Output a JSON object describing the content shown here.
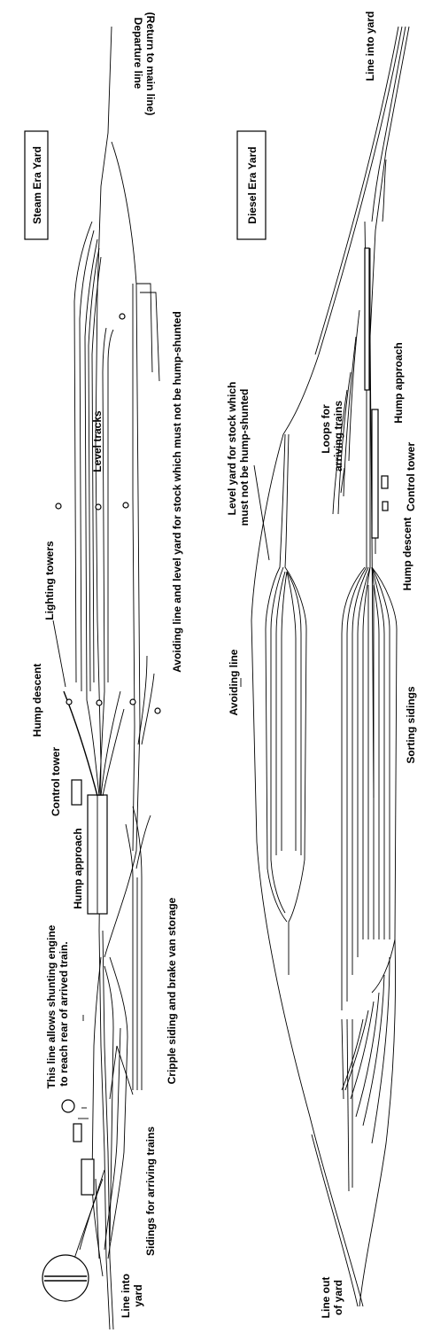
{
  "steam": {
    "title": "Steam Era Yard",
    "departure_line": "Departure line",
    "return_main": "(Return to main line)",
    "level_tracks": "Level tracks",
    "lighting_towers": "Lighting towers",
    "avoiding_line": "Avoiding line and level yard for stock which must not be hump-shunted",
    "hump_descent": "Hump descent",
    "control_tower": "Control tower",
    "hump_approach": "Hump approach",
    "cripple_siding": "Cripple siding and brake van storage",
    "engine_note_1": "This line allows shunting engine",
    "engine_note_2": "to reach rear of arrived train.",
    "sidings_arriving": "Sidings for arriving trains",
    "line_into_1": "Line into",
    "line_into_2": "yard"
  },
  "diesel": {
    "title": "Diesel Era Yard",
    "line_into_yard": "Line into yard",
    "hump_approach": "Hump approach",
    "loops_1": "Loops for",
    "loops_2": "arriving trains",
    "control_tower": "Control tower",
    "hump_descent": "Hump descent",
    "level_yard_1": "Level yard for stock which",
    "level_yard_2": "must not be hump-shunted",
    "avoiding_line": "Avoiding line",
    "sorting_sidings": "Sorting sidings",
    "line_out_1": "Line out",
    "line_out_2": "of yard"
  }
}
